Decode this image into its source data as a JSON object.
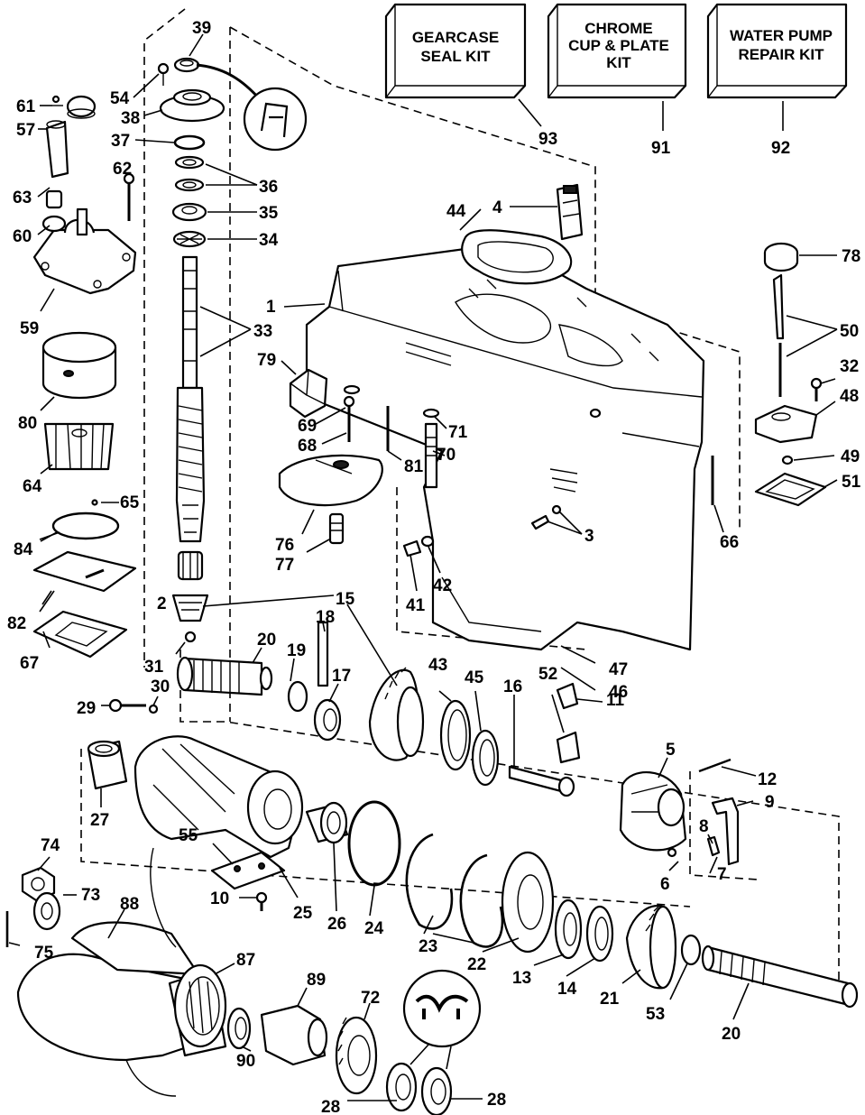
{
  "kits": [
    {
      "line1": "GEARCASE",
      "line2": "SEAL KIT",
      "number": "93"
    },
    {
      "line1": "CHROME",
      "line2": "CUP & PLATE",
      "line3": "KIT",
      "number": "91"
    },
    {
      "line1": "WATER PUMP",
      "line2": "REPAIR KIT",
      "number": "92"
    }
  ],
  "labels": [
    "39",
    "54",
    "38",
    "61",
    "57",
    "37",
    "62",
    "36",
    "63",
    "35",
    "60",
    "34",
    "59",
    "33",
    "1",
    "44",
    "4",
    "78",
    "50",
    "79",
    "32",
    "48",
    "80",
    "69",
    "68",
    "71",
    "70",
    "81",
    "49",
    "64",
    "65",
    "51",
    "3",
    "66",
    "76",
    "77",
    "84",
    "42",
    "41",
    "15",
    "82",
    "2",
    "18",
    "20",
    "19",
    "67",
    "31",
    "17",
    "43",
    "45",
    "16",
    "52",
    "11",
    "47",
    "46",
    "29",
    "30",
    "5",
    "12",
    "9",
    "27",
    "8",
    "55",
    "74",
    "6",
    "7",
    "73",
    "10",
    "25",
    "26",
    "24",
    "23",
    "22",
    "13",
    "14",
    "21",
    "53",
    "20",
    "88",
    "75",
    "87",
    "89",
    "72",
    "90",
    "28",
    "28"
  ]
}
